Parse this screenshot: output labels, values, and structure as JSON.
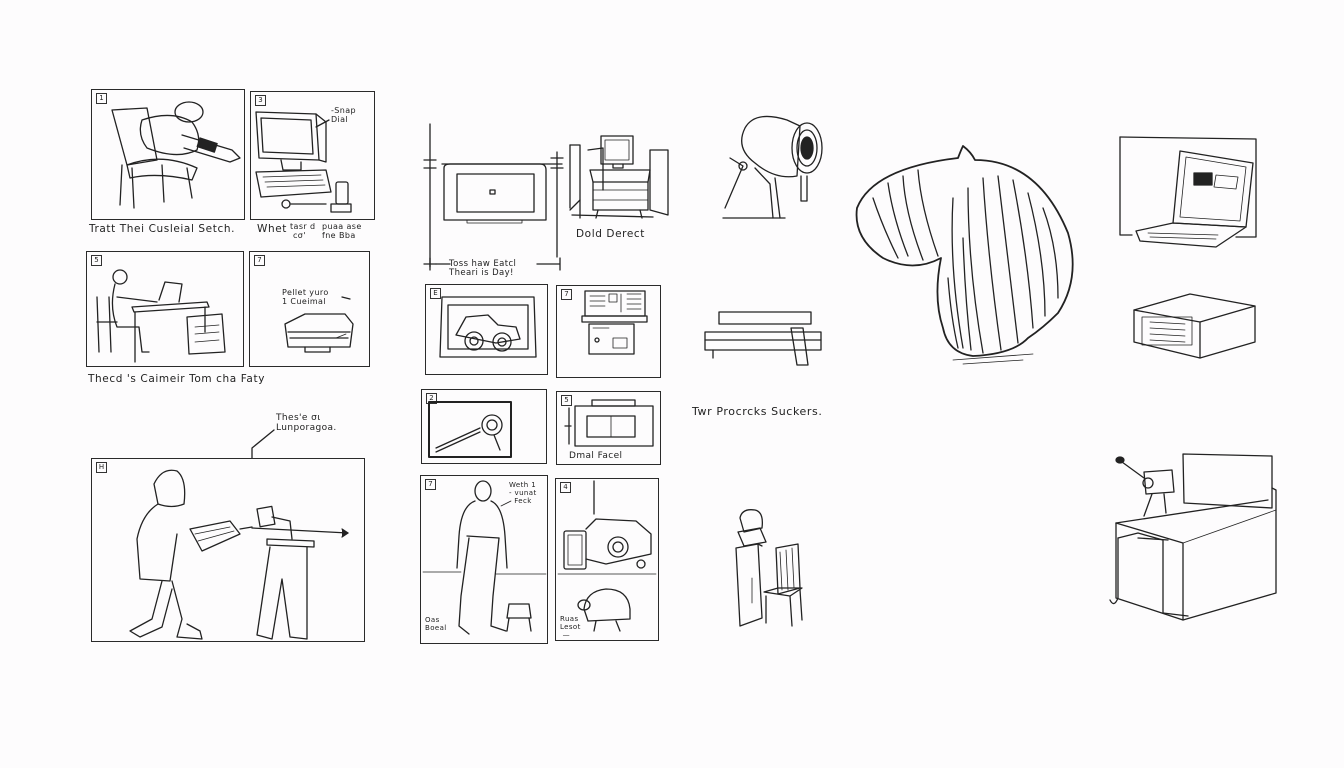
{
  "sheet": {
    "type": "storyboard-sketch-sheet",
    "background": "#fdfcfd",
    "ink": "#222222"
  },
  "left_column": {
    "panels": [
      {
        "number": "1",
        "subject": "person-in-chair-with-camera"
      },
      {
        "number": "3",
        "subject": "computer-monitor-keyboard-phone",
        "note": "-Snap\nDial"
      },
      {
        "number": "5",
        "subject": "person-at-desk-with-laptop"
      },
      {
        "number": "7",
        "subject": "sofa-chair",
        "note": "Pellet yuro\n1 Cueimal"
      },
      {
        "number": "H",
        "subject": "woman-carrying-box-toward-robot"
      }
    ],
    "captions": {
      "row1_left": "Tratt Thei Cusleial Setch.",
      "row1_right_a": "Whet",
      "row1_right_b": "tasr d\n cσ'",
      "row1_right_c": "puaa ase\nfne Bba",
      "row2": "Thecd 's Caimeir Tom cha Faty",
      "woman_callout": "Thes'e σι\nLunporagoa."
    }
  },
  "middle_column": {
    "dimension_sketch_caption": "Toss haw Eatcl\nTheari is Day!",
    "desk_caption": "Dold Derect",
    "panels": [
      {
        "number": "E",
        "subject": "vehicle-illustration"
      },
      {
        "number": "7",
        "subject": "control-panel"
      },
      {
        "number": "2",
        "subject": "magnifier-closeup"
      },
      {
        "number": "5",
        "subject": "device-with-screen",
        "caption": "Dmal Facel"
      },
      {
        "number": "7",
        "subject": "standing-man-with-stool",
        "note": "Weth 1\n- vunat\n  Feck",
        "caption": "Oas\nBoeal"
      },
      {
        "number": "4",
        "subject": "camera-and-robot",
        "caption": "Ruas\nLesot\n —"
      }
    ]
  },
  "right_area": {
    "caption": "Twr Procrcks Suckers.",
    "objects": [
      "security-camera",
      "tray-table",
      "onion-hair-shape",
      "laptop-in-frame",
      "server-box",
      "kiosk-with-chair",
      "desk-with-webcam"
    ]
  }
}
